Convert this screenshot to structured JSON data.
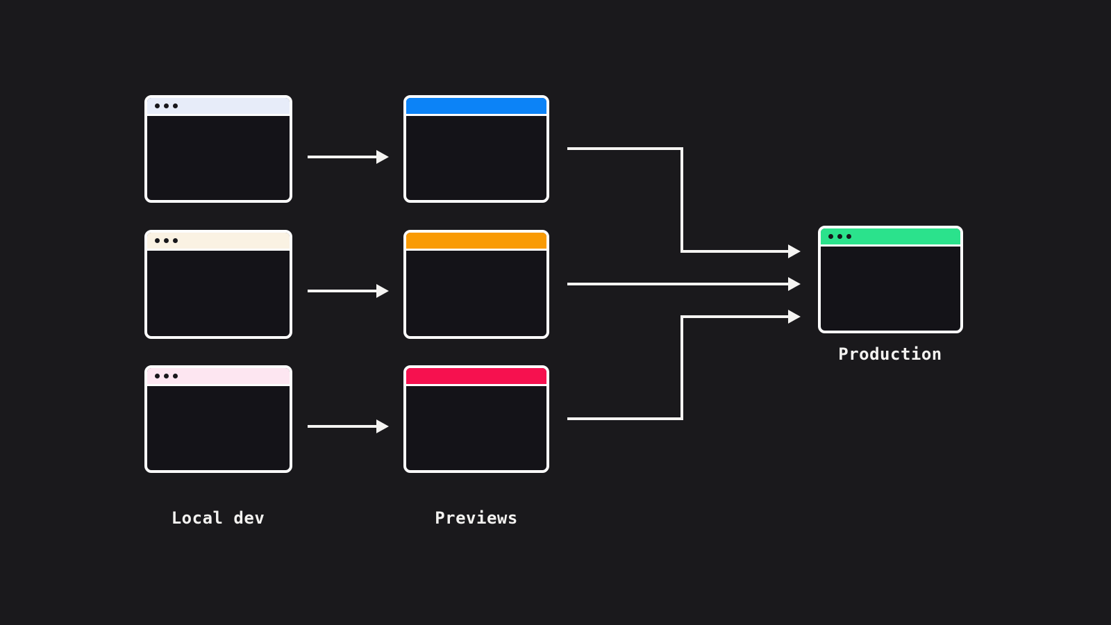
{
  "diagram": {
    "description": "Deployment flow diagram: three local dev browser windows map to three preview browser windows, which all merge into one production browser window",
    "labels": {
      "local_dev": "Local dev",
      "previews": "Previews",
      "production": "Production"
    },
    "windows": [
      {
        "id": "local-dev-1",
        "column": "local_dev",
        "bar": "local_dev_1",
        "traffic_dots": true
      },
      {
        "id": "local-dev-2",
        "column": "local_dev",
        "bar": "local_dev_2",
        "traffic_dots": true
      },
      {
        "id": "local-dev-3",
        "column": "local_dev",
        "bar": "local_dev_3",
        "traffic_dots": true
      },
      {
        "id": "preview-1",
        "column": "previews",
        "bar": "preview_1",
        "traffic_dots": false
      },
      {
        "id": "preview-2",
        "column": "previews",
        "bar": "preview_2",
        "traffic_dots": false
      },
      {
        "id": "preview-3",
        "column": "previews",
        "bar": "preview_3",
        "traffic_dots": false
      },
      {
        "id": "production",
        "column": "production",
        "bar": "production",
        "traffic_dots": true
      }
    ],
    "edges": [
      {
        "from": "local-dev-1",
        "to": "preview-1",
        "style": "straight-arrow"
      },
      {
        "from": "local-dev-2",
        "to": "preview-2",
        "style": "straight-arrow"
      },
      {
        "from": "local-dev-3",
        "to": "preview-3",
        "style": "straight-arrow"
      },
      {
        "from": "preview-1",
        "to": "production",
        "style": "elbow-arrow"
      },
      {
        "from": "preview-2",
        "to": "production",
        "style": "straight-arrow"
      },
      {
        "from": "preview-3",
        "to": "production",
        "style": "elbow-arrow"
      }
    ]
  },
  "colors": {
    "background": "#1a191c",
    "window_body": "#141318",
    "window_border": "#fdfdfd",
    "traffic_dot": "#17161a",
    "arrow": "#f5f4f2",
    "text": "#f3f2f0",
    "bars": {
      "local_dev_1": "#e7ecf9",
      "local_dev_2": "#faf2e3",
      "local_dev_3": "#fde6f1",
      "preview_1": "#0c83f7",
      "preview_2": "#f99b05",
      "preview_3": "#f6114f",
      "production": "#2be28c"
    }
  }
}
